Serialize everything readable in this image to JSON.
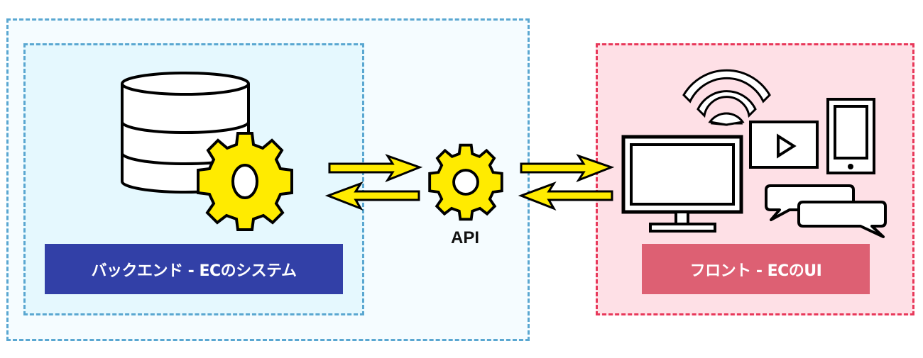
{
  "diagram": {
    "title": "EC system API architecture",
    "backend": {
      "label": "バックエンド - ECのシステム",
      "icons": [
        "database-icon",
        "gear-icon"
      ],
      "color": "#3240a7"
    },
    "api": {
      "label": "API",
      "icon": "gear-icon"
    },
    "frontend": {
      "label": "フロント - ECのUI",
      "icons": [
        "wifi-icon",
        "video-player-icon",
        "smartphone-icon",
        "monitor-icon",
        "chat-bubbles-icon"
      ],
      "color": "#dd6073"
    },
    "connections": [
      {
        "from": "backend",
        "to": "api",
        "direction": "both"
      },
      {
        "from": "api",
        "to": "frontend",
        "direction": "both"
      }
    ],
    "colors": {
      "gear_fill": "#ffeb00",
      "backend_border": "#5aa7d1",
      "frontend_border": "#e8385a"
    }
  }
}
